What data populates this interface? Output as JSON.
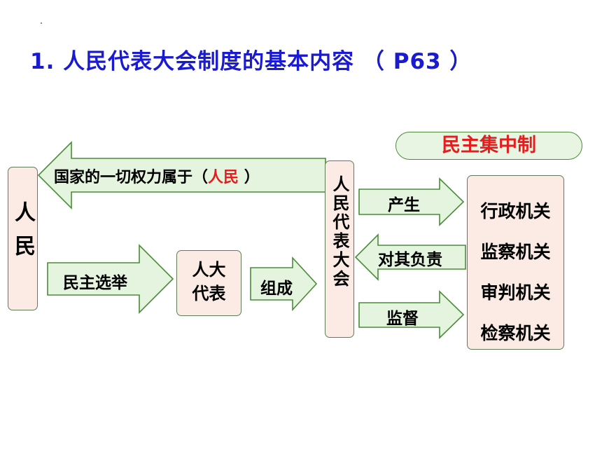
{
  "title": "1. 人民代表大会制度的基本内容 （ P63 ）",
  "people_box": {
    "label": "人民"
  },
  "npc_box": {
    "label": "人民代表大会"
  },
  "deputies_box": {
    "line1": "人大",
    "line2": "代表"
  },
  "state_organs": {
    "items": [
      "行政机关",
      "监察机关",
      "审判机关",
      "检察机关"
    ]
  },
  "principle": {
    "label": "民主集中制"
  },
  "arrows": {
    "power": {
      "prefix": "国家的一切权力属于（",
      "answer": "人民",
      "suffix": " ）"
    },
    "election": "民主选举",
    "compose": "组成",
    "produce": "产生",
    "responsible": "对其负责",
    "supervise": "监督"
  },
  "colors": {
    "title": "#1a1ad0",
    "answer_red": "#e41e1e",
    "arrow_fill": "#e4f4df",
    "arrow_stroke": "#4a8c38",
    "box_fill": "#fcebe4"
  }
}
